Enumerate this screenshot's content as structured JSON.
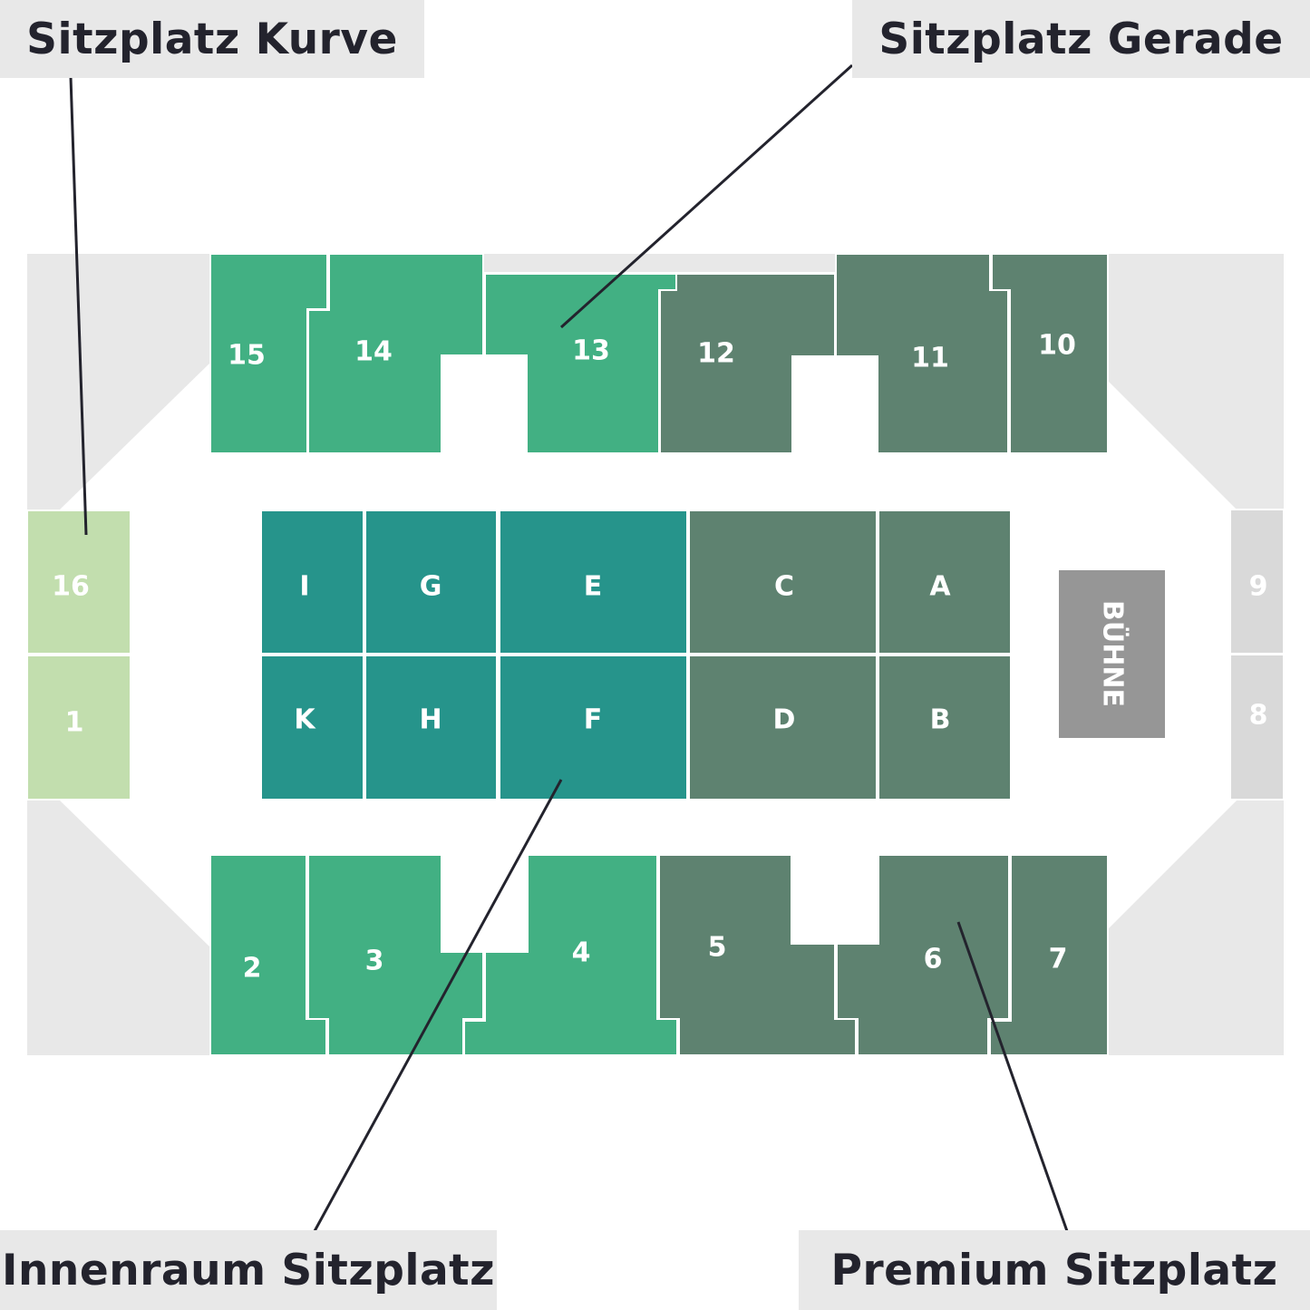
{
  "legend_labels": {
    "kurve": "Sitzplatz Kurve",
    "gerade": "Sitzplatz Gerade",
    "innenraum": "Innenraum Sitzplatz",
    "premium": "Premium Sitzplatz"
  },
  "colors": {
    "gerade": "#42b083",
    "premium": "#5e8270",
    "innenraum": "#26948b",
    "kurve": "#c2deae",
    "unavailable": "#d9d9d9",
    "stage": "#969696",
    "background": "#e8e8e8",
    "text": "#23232d"
  },
  "stage_label": "BÜHNE",
  "sections": {
    "s1": {
      "label": "1",
      "category": "kurve"
    },
    "s2": {
      "label": "2",
      "category": "gerade"
    },
    "s3": {
      "label": "3",
      "category": "gerade"
    },
    "s4": {
      "label": "4",
      "category": "gerade"
    },
    "s5": {
      "label": "5",
      "category": "premium"
    },
    "s6": {
      "label": "6",
      "category": "premium"
    },
    "s7": {
      "label": "7",
      "category": "premium"
    },
    "s8": {
      "label": "8",
      "category": "unavailable"
    },
    "s9": {
      "label": "9",
      "category": "unavailable"
    },
    "s10": {
      "label": "10",
      "category": "premium"
    },
    "s11": {
      "label": "11",
      "category": "premium"
    },
    "s12": {
      "label": "12",
      "category": "premium"
    },
    "s13": {
      "label": "13",
      "category": "gerade"
    },
    "s14": {
      "label": "14",
      "category": "gerade"
    },
    "s15": {
      "label": "15",
      "category": "gerade"
    },
    "s16": {
      "label": "16",
      "category": "kurve"
    },
    "A": {
      "label": "A",
      "category": "premium"
    },
    "B": {
      "label": "B",
      "category": "premium"
    },
    "C": {
      "label": "C",
      "category": "premium"
    },
    "D": {
      "label": "D",
      "category": "premium"
    },
    "E": {
      "label": "E",
      "category": "innenraum"
    },
    "F": {
      "label": "F",
      "category": "innenraum"
    },
    "G": {
      "label": "G",
      "category": "innenraum"
    },
    "H": {
      "label": "H",
      "category": "innenraum"
    },
    "I": {
      "label": "I",
      "category": "innenraum"
    },
    "K": {
      "label": "K",
      "category": "innenraum"
    }
  }
}
